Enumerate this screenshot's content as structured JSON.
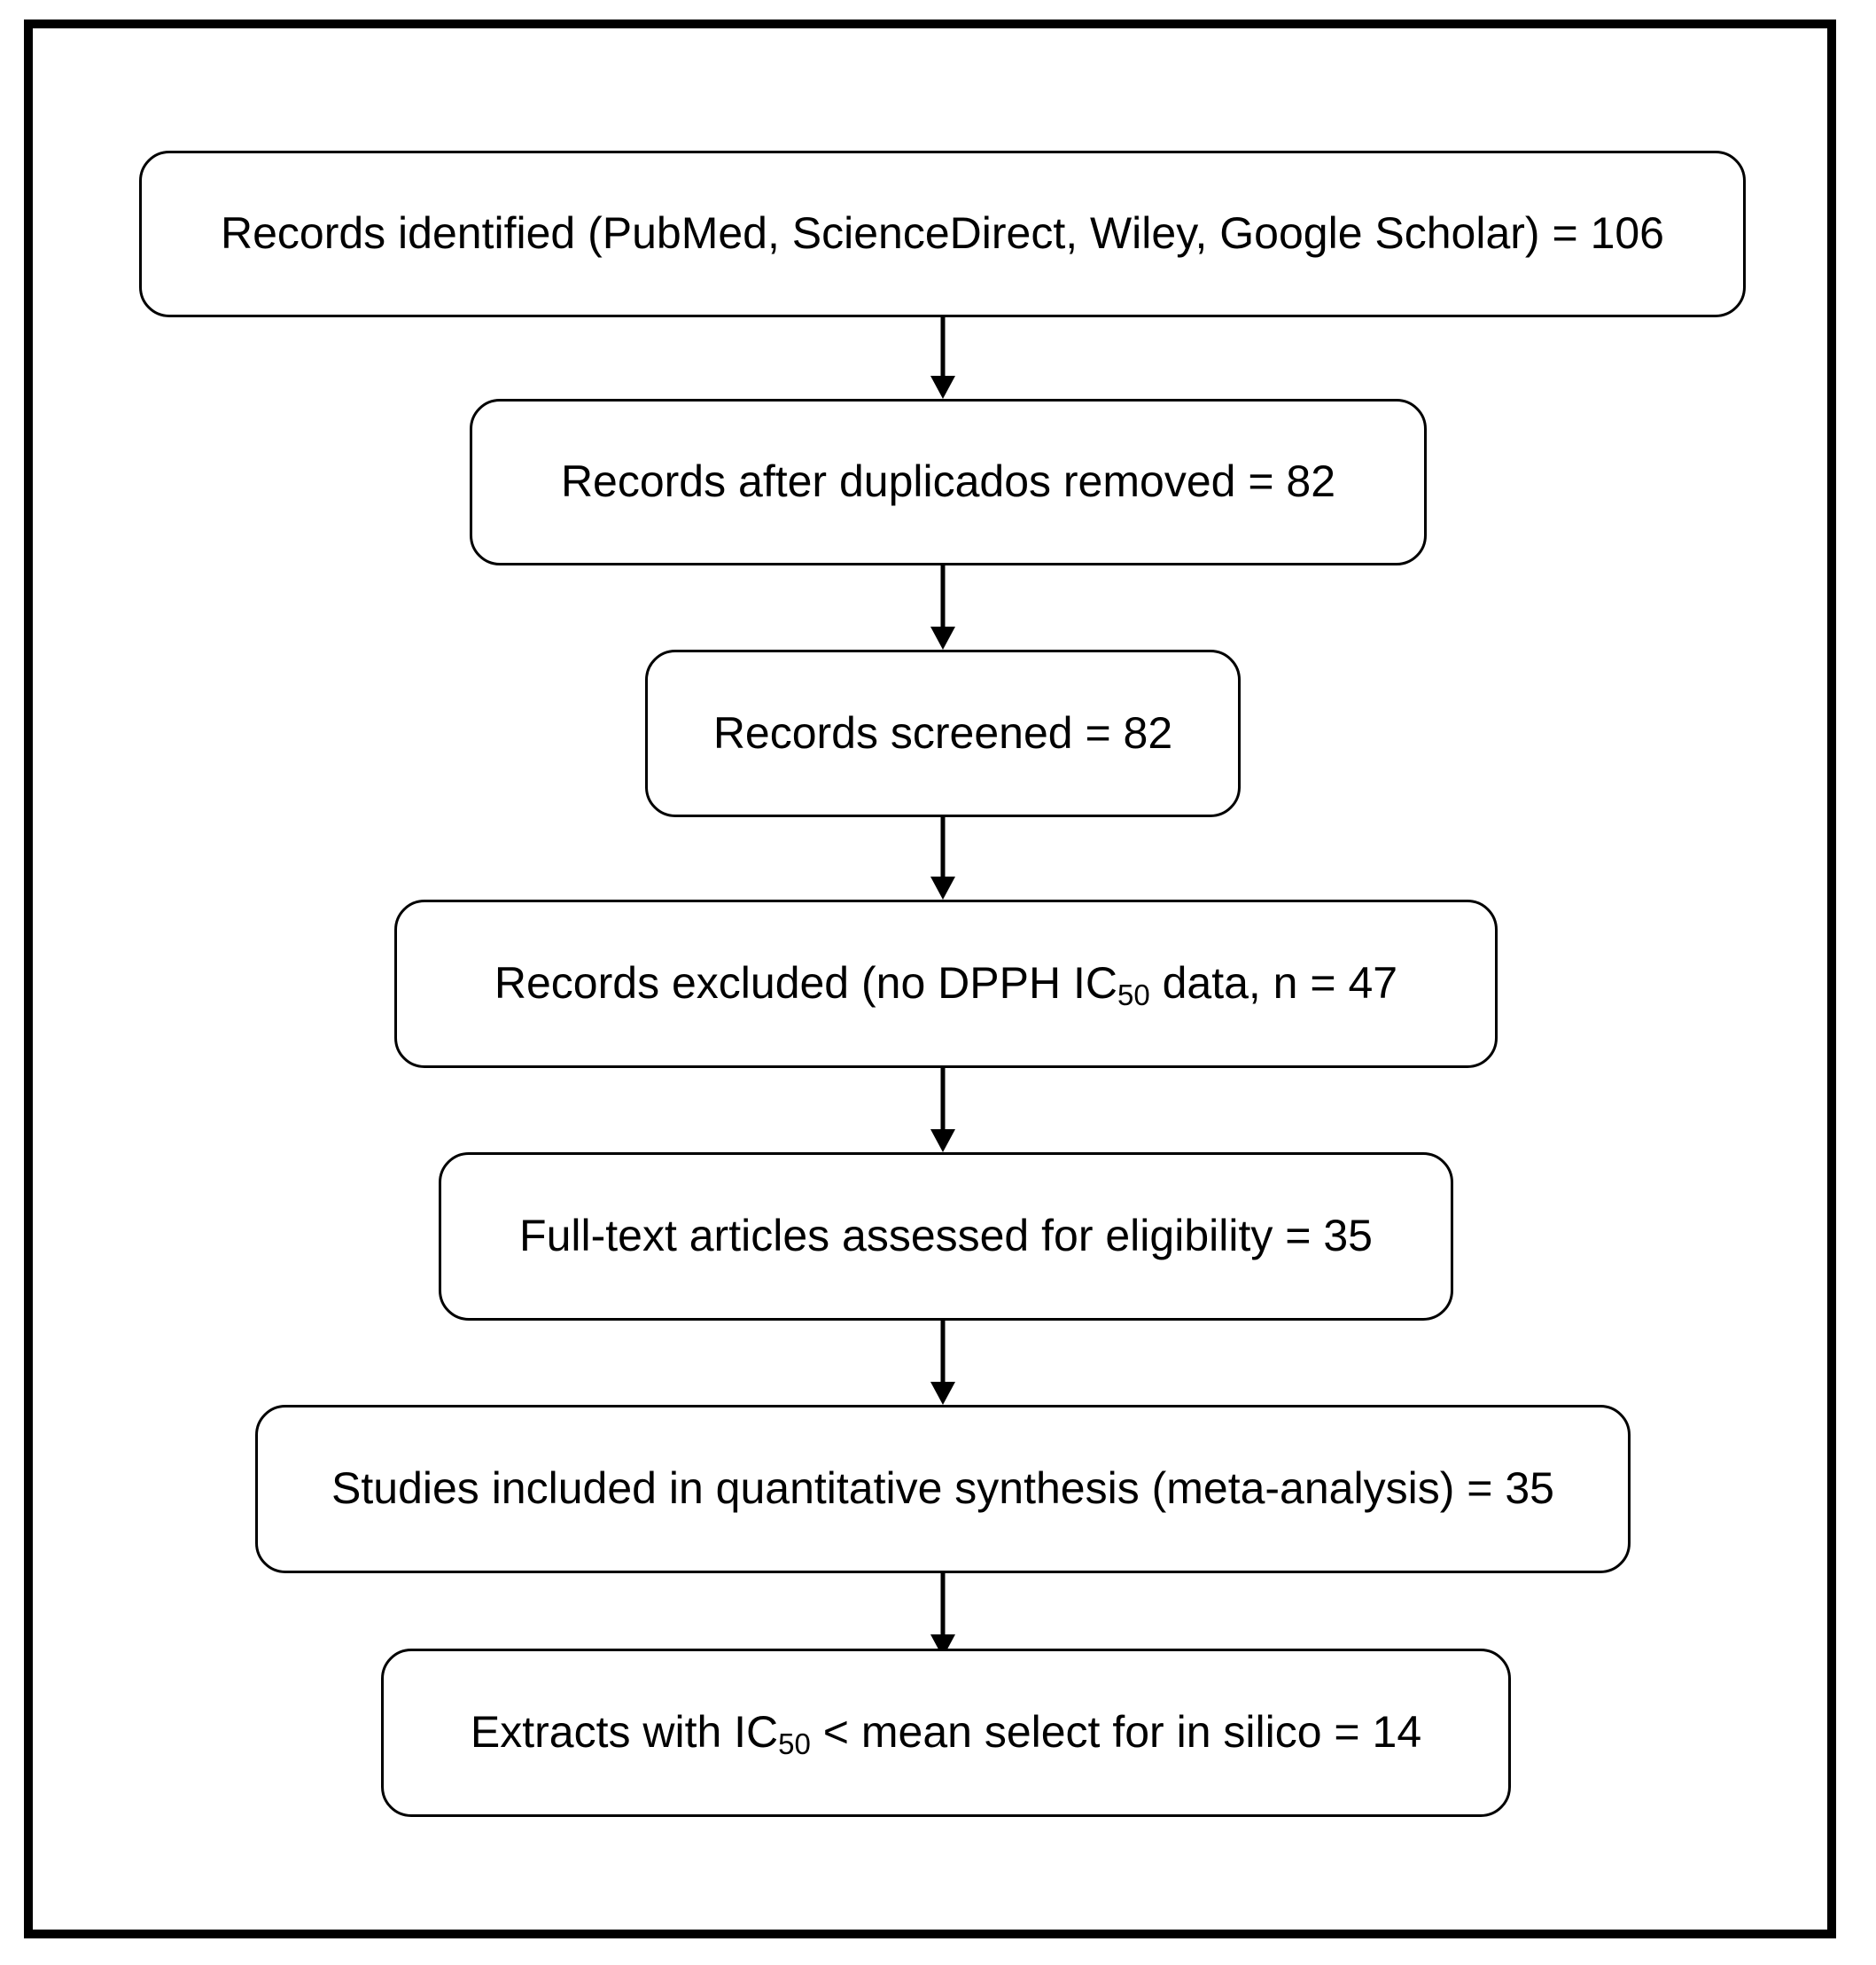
{
  "diagram": {
    "type": "prisma-flow-diagram",
    "orientation": "vertical",
    "frame": {
      "border_color": "#000000",
      "background": "#ffffff"
    },
    "node_style": {
      "shape": "rounded-rectangle",
      "border_color": "#000000",
      "fill": "#ffffff",
      "text_color": "#000000"
    },
    "connector_style": {
      "type": "arrow",
      "direction": "down",
      "color": "#000000"
    },
    "nodes": [
      {
        "id": "records-identified",
        "text_prefix": "Records identified (PubMed, ScienceDirect, Wiley, Google Scholar) = ",
        "subscript": "",
        "text_suffix": "",
        "full_text": "Records identified (PubMed, ScienceDirect, Wiley, Google Scholar) = 106",
        "count": 106
      },
      {
        "id": "records-after-duplicates",
        "full_text": "Records after duplicados removed = 82",
        "count": 82
      },
      {
        "id": "records-screened",
        "full_text": "Records screened = 82",
        "count": 82
      },
      {
        "id": "records-excluded",
        "text_before_sub": "Records excluded (no DPPH IC",
        "subscript": "50",
        "text_after_sub": " data, n = 47",
        "full_text": "Records excluded (no DPPH IC50 data, n = 47",
        "count": 47
      },
      {
        "id": "full-text-assessed",
        "full_text": "Full-text articles assessed for eligibility = 35",
        "count": 35
      },
      {
        "id": "studies-included",
        "full_text": "Studies included in quantitative synthesis (meta-analysis) = 35",
        "count": 35
      },
      {
        "id": "extracts-in-silico",
        "text_before_sub": "Extracts with IC",
        "subscript": "50",
        "text_after_sub": " < mean select for in silico = 14",
        "full_text": "Extracts with IC50 < mean select for in silico = 14",
        "count": 14
      }
    ]
  }
}
